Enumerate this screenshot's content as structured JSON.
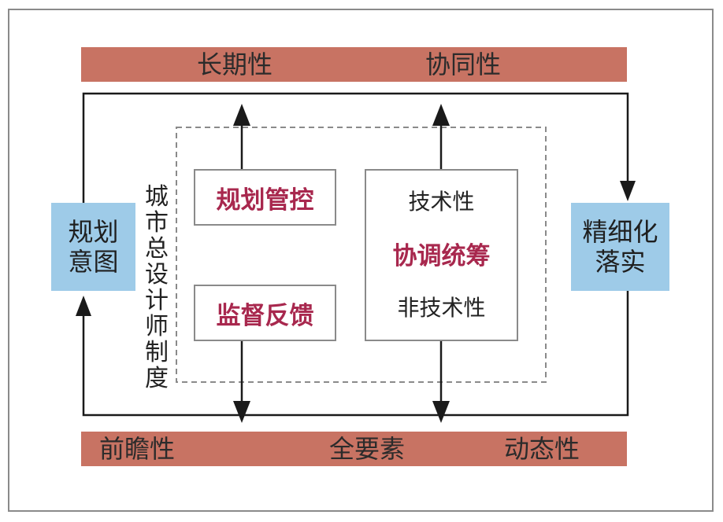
{
  "top_bar": {
    "left": "长期性",
    "right": "协同性"
  },
  "bottom_bar": {
    "left": "前瞻性",
    "center": "全要素",
    "right": "动态性"
  },
  "left_box": {
    "line1": "规划",
    "line2": "意图"
  },
  "right_box": {
    "line1": "精细化",
    "line2": "落实"
  },
  "vertical_label": "城市总设计师制度",
  "box_control": "规划管控",
  "box_feedback": "监督反馈",
  "coord_box": {
    "top": "技术性",
    "middle": "协调统筹",
    "bottom": "非技术性"
  },
  "colors": {
    "bar": "#c87363",
    "side_box": "#9ecbe8",
    "emphasis": "#a8284e"
  }
}
